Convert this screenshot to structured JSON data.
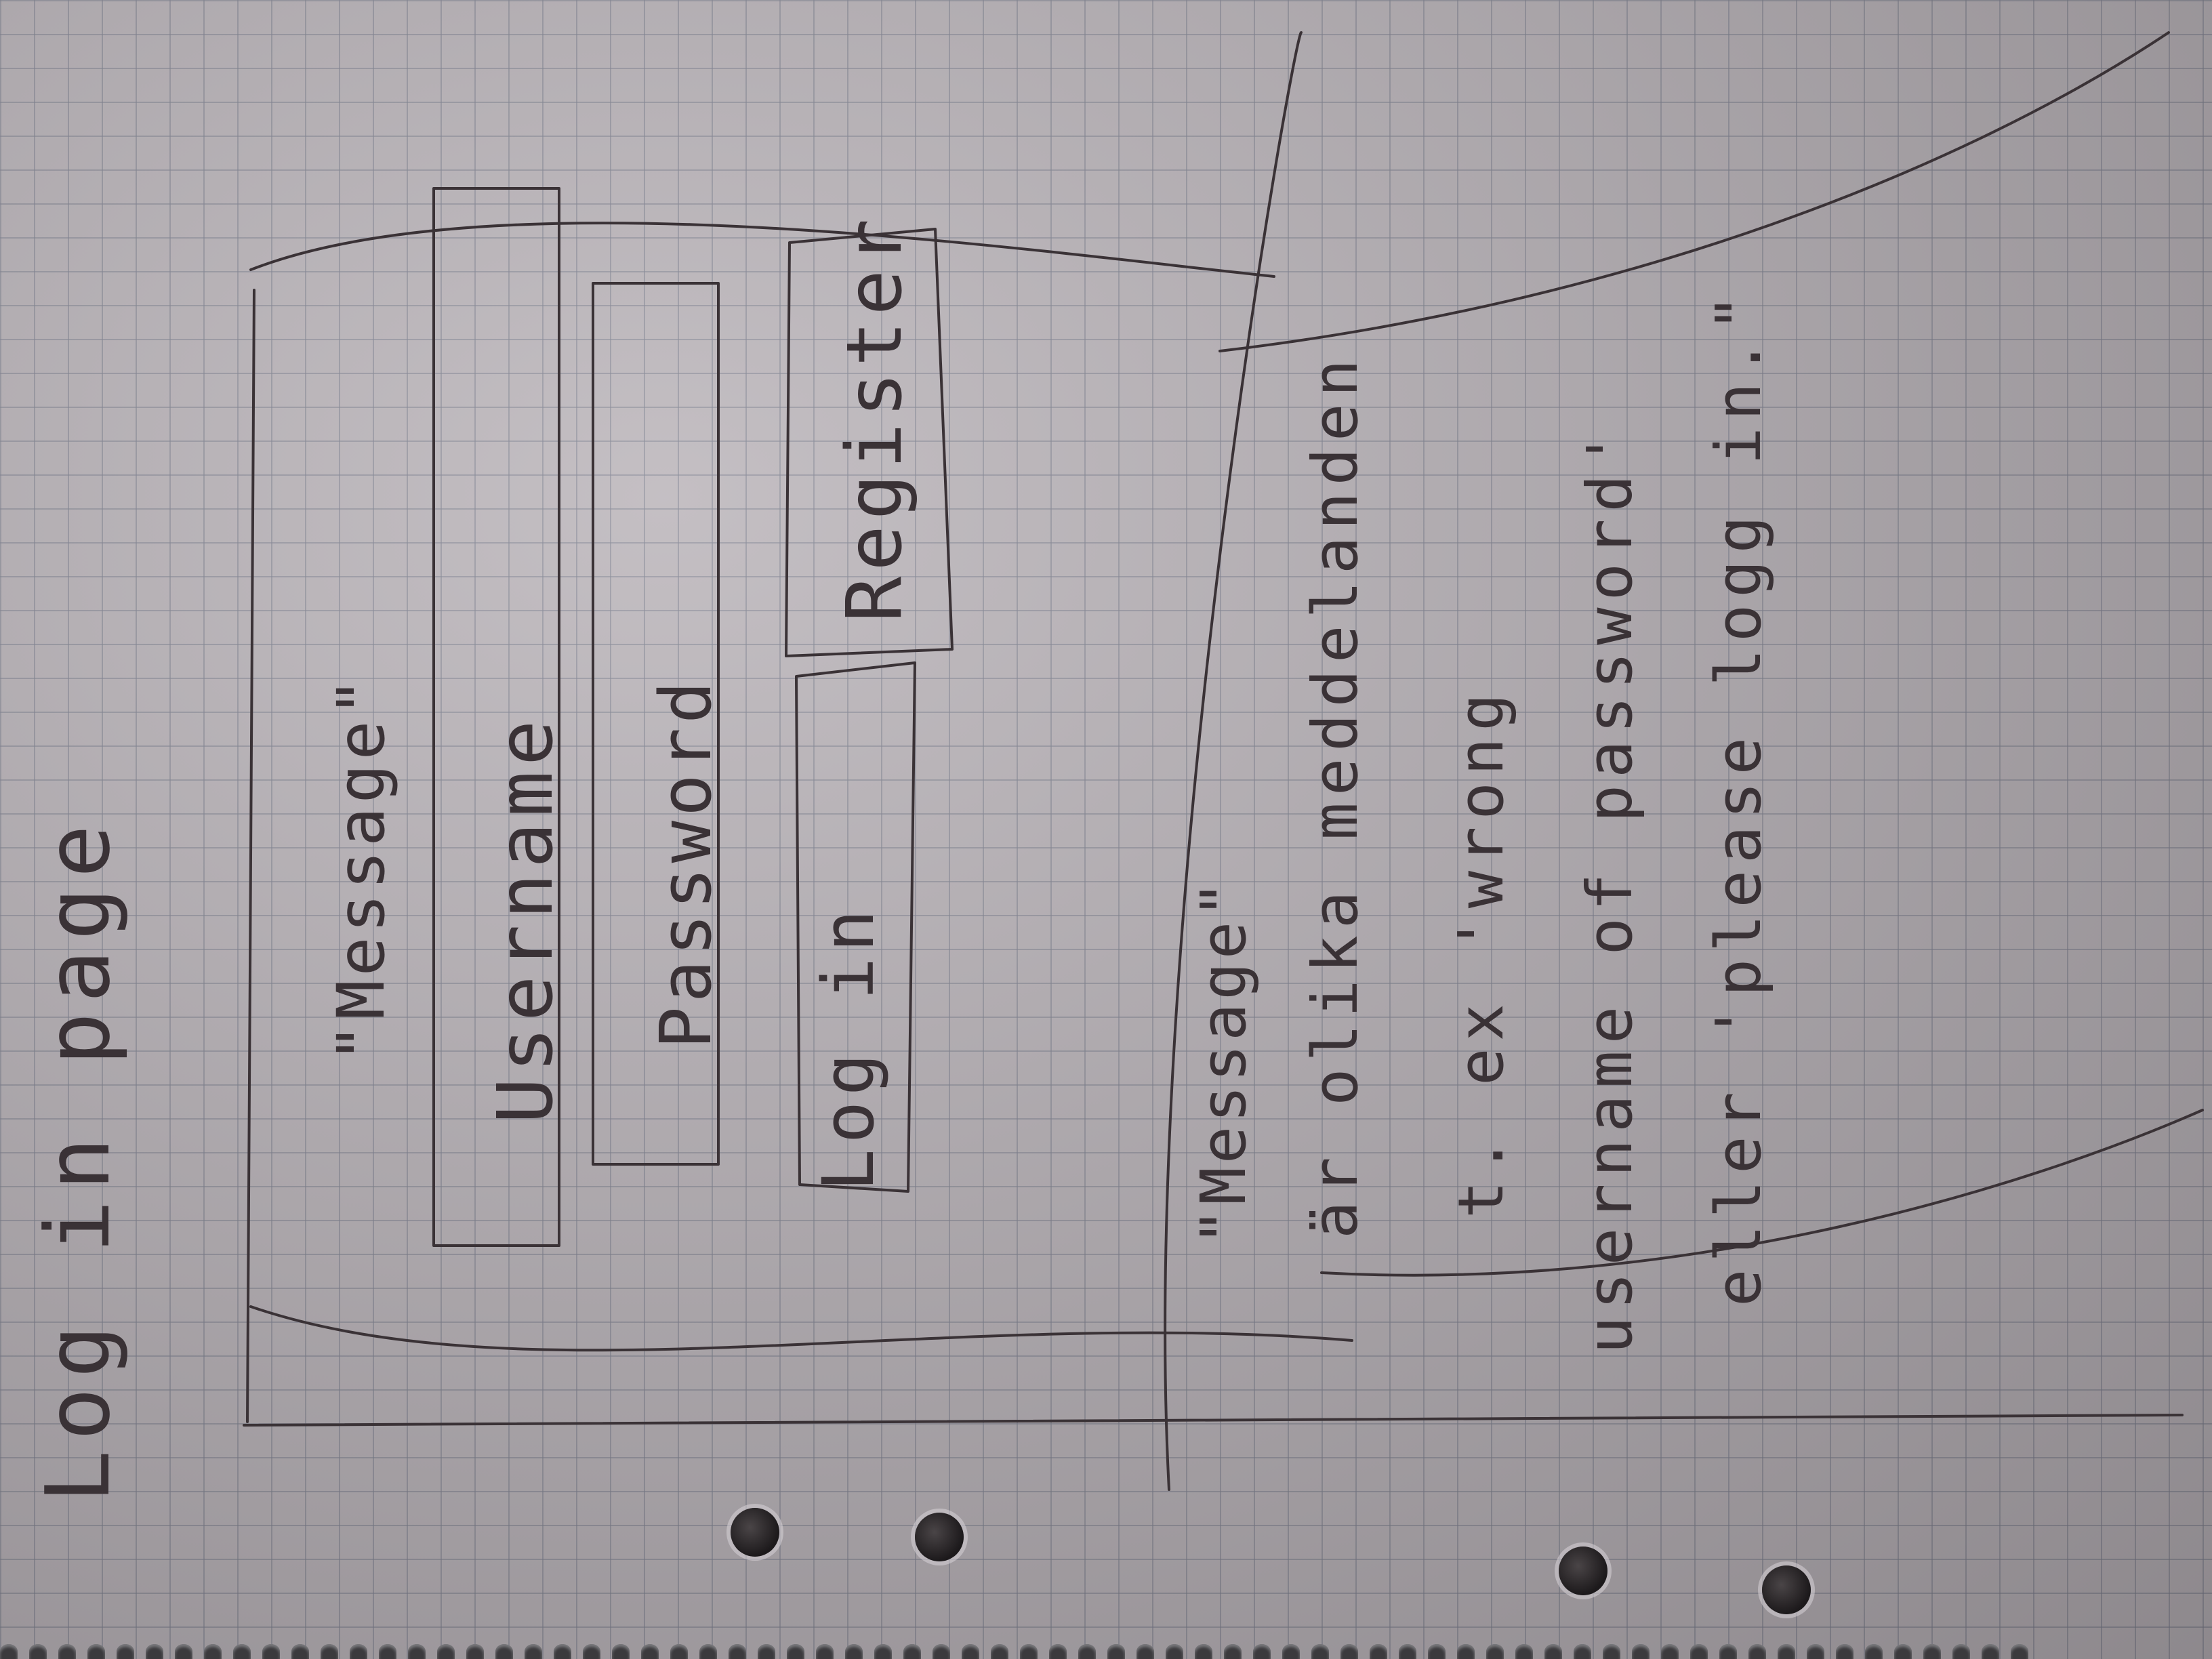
{
  "sketch": {
    "title": "Log in page",
    "form": {
      "message_label": "\"Message\"",
      "username_field": "Username",
      "password_field": "Password",
      "login_button": "Log in",
      "register_button": "Register"
    },
    "annotation": {
      "message_label": "\"Message\"",
      "line_swedish": "är olika meddelanden",
      "line_example": "t. ex 'wrong",
      "line_wrong": "username of password'",
      "line_please": "eller 'please logg in.\""
    }
  },
  "colors": {
    "paper": "#b9b4b8",
    "grid": "#737887",
    "ink": "#3a3236"
  }
}
